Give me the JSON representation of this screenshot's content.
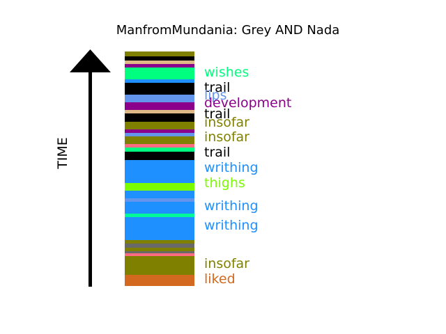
{
  "chart_data": {
    "type": "bar",
    "title": "ManfromMundania: Grey AND Nada",
    "ylabel": "TIME",
    "xlabel": "",
    "stack": [
      {
        "color": "#808000"
      },
      {
        "color": "#000000"
      },
      {
        "color": "#DEB887"
      },
      {
        "color": "#8B008B"
      },
      {
        "color": "#00FF7F",
        "label": "wishes"
      },
      {
        "color": "#1E90FF"
      },
      {
        "color": "#000000",
        "label": "trail"
      },
      {
        "color": "#6495ED",
        "label": "lips"
      },
      {
        "color": "#8B008B",
        "label": "development"
      },
      {
        "color": "#DEB887"
      },
      {
        "color": "#000000",
        "label": "trail"
      },
      {
        "color": "#808000",
        "label": "insofar"
      },
      {
        "color": "#8B008B"
      },
      {
        "color": "#6495ED"
      },
      {
        "color": "#808000",
        "label": "insofar"
      },
      {
        "color": "#FF6B81"
      },
      {
        "color": "#00FF7F"
      },
      {
        "color": "#000000",
        "label": "trail"
      },
      {
        "color": "#1E90FF",
        "label": "writhing"
      },
      {
        "color": "#7CFC00",
        "label": "thighs"
      },
      {
        "color": "#1E90FF"
      },
      {
        "color": "#6495ED"
      },
      {
        "color": "#1E90FF",
        "label": "writhing"
      },
      {
        "color": "#00FA9A"
      },
      {
        "color": "#1E90FF",
        "label": "writhing"
      },
      {
        "color": "#808000"
      },
      {
        "color": "#696969"
      },
      {
        "color": "#808000"
      },
      {
        "color": "#696969"
      },
      {
        "color": "#FF6B81"
      },
      {
        "color": "#808000",
        "label": "insofar"
      },
      {
        "color": "#D2691E",
        "label": "liked"
      }
    ]
  }
}
